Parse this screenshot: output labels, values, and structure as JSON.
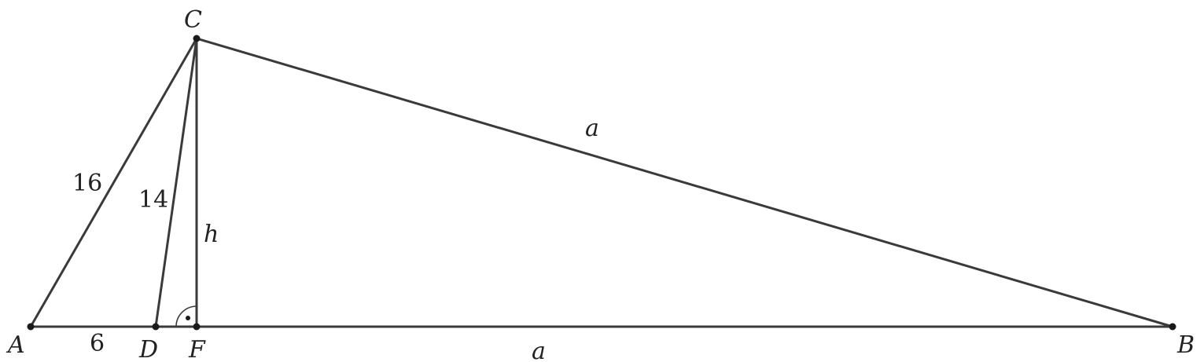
{
  "diagram": {
    "points": [
      {
        "id": "A",
        "label": "A"
      },
      {
        "id": "D",
        "label": "D"
      },
      {
        "id": "F",
        "label": "F"
      },
      {
        "id": "B",
        "label": "B"
      },
      {
        "id": "C",
        "label": "C"
      }
    ],
    "segments": [
      {
        "from": "A",
        "to": "B",
        "label": "a"
      },
      {
        "from": "C",
        "to": "B",
        "label": "a"
      },
      {
        "from": "A",
        "to": "C",
        "label": "16"
      },
      {
        "from": "D",
        "to": "C",
        "label": "14"
      },
      {
        "from": "F",
        "to": "C",
        "label": "h"
      },
      {
        "from": "A",
        "to": "D",
        "label": "6"
      }
    ],
    "right_angle_at": "F"
  }
}
